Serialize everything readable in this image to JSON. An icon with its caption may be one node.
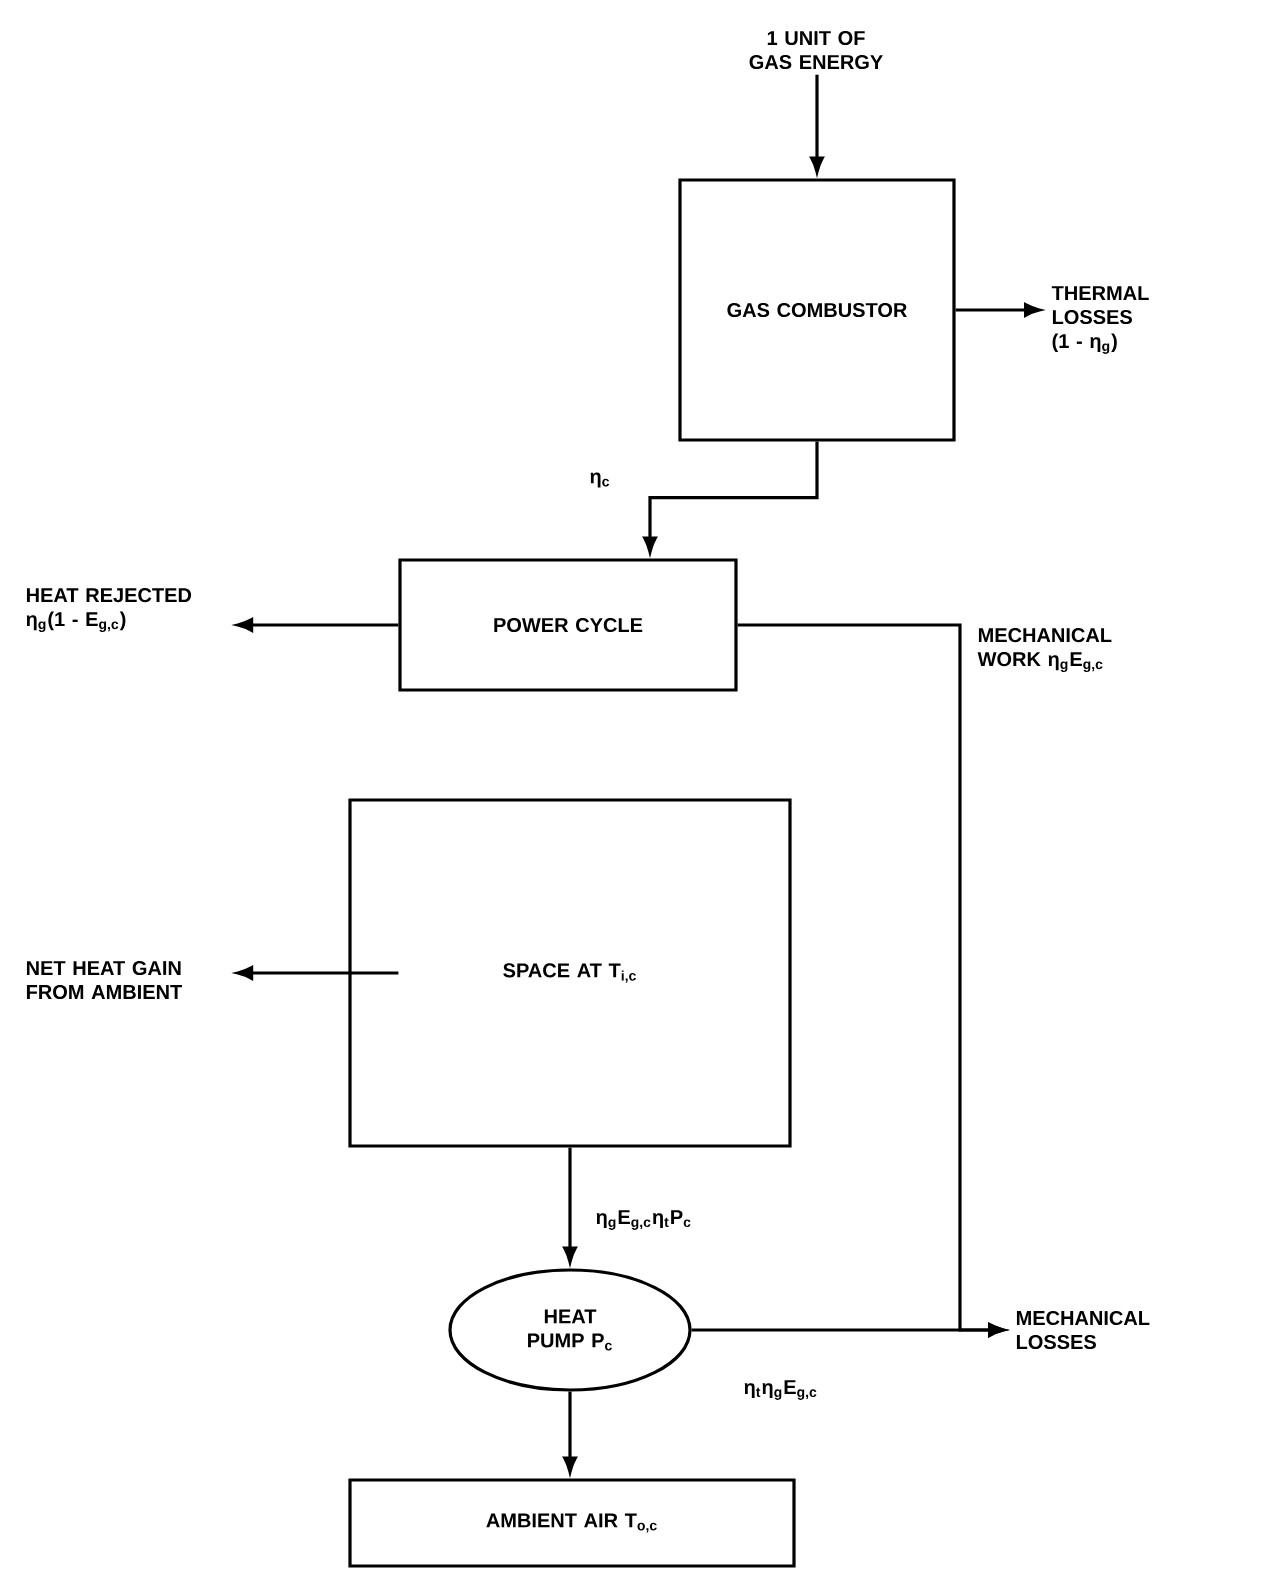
{
  "diagram": {
    "nodes": [
      {
        "text": [
          "1 UNIT OF GAS ENERGY"
        ]
      },
      {
        "text": [
          "GAS COMBUSTOR"
        ]
      },
      {
        "text": [
          "THERMAL LOSSES (1 - η$_{g}$)"
        ]
      },
      {
        "text": [
          "POWER CYCLE"
        ]
      },
      {
        "text": [
          "HEAT REJECTED η$_{g}$(1 - E$_{g,c}$)"
        ]
      },
      {
        "text": [
          "SPACE AT T$_{i,c}$"
        ]
      },
      {
        "text": [
          "NET HEAT GAIN FROM AMBIENT"
        ]
      },
      {
        "text": [
          "HEAT PUMP P$_{c}$"
        ]
      },
      {
        "text": [
          "MECHANICAL LOSSES"
        ]
      },
      {
        "text": [
          "AMBIENT AIR T$_{o,c}$"
        ]
      }
    ],
    "edges": [
      {
        "from": 0,
        "to": 1,
        "arrow": "to"
      },
      {
        "from": 1,
        "to": 2,
        "arrow": "to"
      },
      {
        "from": 1,
        "to": 3,
        "arrow": "to",
        "label": "η$_{c}$"
      },
      {
        "from": 3,
        "to": 4,
        "arrow": "to"
      },
      {
        "from": 3,
        "to": 8,
        "arrow": "to",
        "label": "MECHANICAL WORK η$_{g}$E$_{g,c}$"
      },
      {
        "from": 5,
        "to": 6,
        "arrow": "to"
      },
      {
        "from": 5,
        "to": 7,
        "arrow": "to",
        "label": "η$_{g}$E$_{g,c}$η$_{t}$P$_{c}$"
      },
      {
        "from": 7,
        "to": 8,
        "arrow": "to",
        "label": "η$_{t}$η$_{g}$E$_{g,c}$"
      },
      {
        "from": 7,
        "to": 9,
        "arrow": "to"
      }
    ]
  }
}
